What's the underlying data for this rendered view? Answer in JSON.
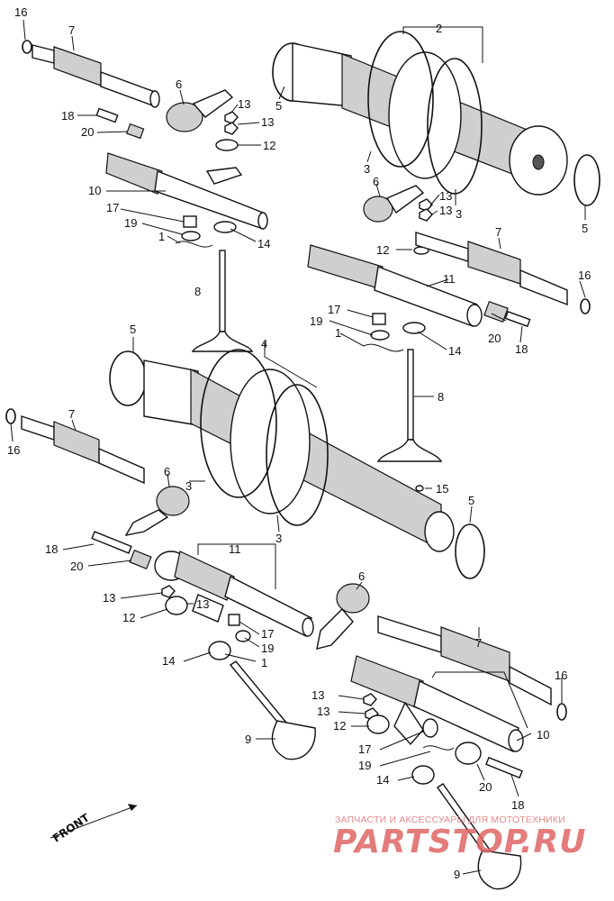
{
  "labels": {
    "l16a": "16",
    "l7a": "7",
    "l2": "2",
    "l5a": "5",
    "l6a": "6",
    "l13a": "13",
    "l13b": "13",
    "l18a": "18",
    "l20a": "20",
    "l12a": "12",
    "l10a": "10",
    "l3a": "3",
    "l3b": "3",
    "l6b": "6",
    "l13c": "13",
    "l13d": "13",
    "l5b": "5",
    "l17a": "17",
    "l19a": "19",
    "l1a": "1",
    "l14a": "14",
    "l12b": "12",
    "l7b": "7",
    "l8a": "8",
    "l11a": "11",
    "l16b": "16",
    "l17b": "17",
    "l19b": "19",
    "l1b": "1",
    "l14b": "14",
    "l20b": "20",
    "l18b": "18",
    "l5c": "5",
    "l4": "4",
    "l8b": "8",
    "l16c": "16",
    "l7c": "7",
    "l6c": "6",
    "l3c": "3",
    "l15": "15",
    "l3d": "3",
    "l5d": "5",
    "l18c": "18",
    "l20c": "20",
    "l11b": "11",
    "l13e": "13",
    "l13f": "13",
    "l12c": "12",
    "l17c": "17",
    "l19c": "19",
    "l1c": "1",
    "l14c": "14",
    "l9a": "9",
    "l6d": "6",
    "l7d": "7",
    "l16d": "16",
    "l13g": "13",
    "l13h": "13",
    "l12d": "12",
    "l10b": "10",
    "l17d": "17",
    "l19d": "19",
    "l14d": "14",
    "l20d": "20",
    "l18d": "18",
    "l9b": "9"
  },
  "orientation": {
    "front_label": "FRONT"
  },
  "watermark": {
    "caption": "ЗАПЧАСТИ И АКСЕССУАРЫ ДЛЯ МОТОТЕХНИКИ",
    "brand": "PARTSTOP.RU",
    "color": "#e06666"
  }
}
